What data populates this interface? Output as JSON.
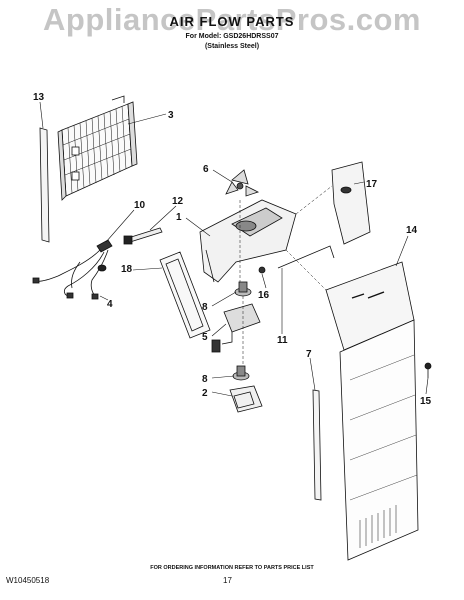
{
  "watermark": "AppliancePartsPros.com",
  "title": "AIR FLOW PARTS",
  "model_line": "For Model: GSD26HDRSS07",
  "finish_line": "(Stainless Steel)",
  "callouts": [
    "13",
    "3",
    "6",
    "17",
    "10",
    "12",
    "1",
    "14",
    "18",
    "4",
    "16",
    "8",
    "5",
    "11",
    "7",
    "8",
    "2",
    "15"
  ],
  "footer": {
    "note": "FOR ORDERING INFORMATION REFER TO PARTS PRICE LIST",
    "doc_number": "W10450518",
    "page_number": "17"
  }
}
